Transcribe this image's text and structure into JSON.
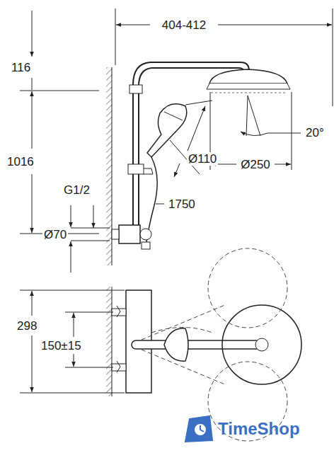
{
  "diagram": {
    "labels": [
      "404-412",
      "116",
      "20°",
      "1016",
      "Ø110",
      "Ø250",
      "G1/2",
      "1750",
      "Ø70",
      "298",
      "150±15",
      "TimeShop"
    ]
  }
}
